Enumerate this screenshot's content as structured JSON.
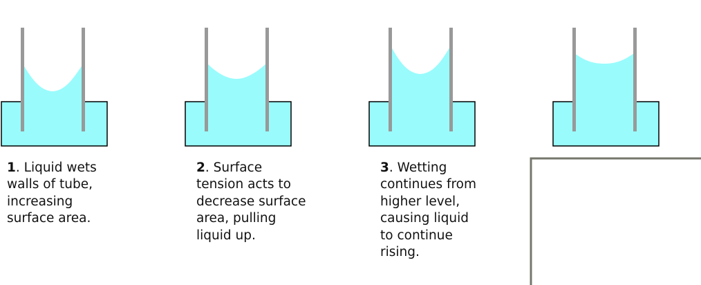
{
  "colors": {
    "liquid": "#99FBFC",
    "tube": "#999999",
    "outline": "#000000",
    "panel_border": "#76766C"
  },
  "steps": [
    {
      "number": "1",
      "text": ". Liquid wets\nwalls of tube,\nincreasing\nsurface area."
    },
    {
      "number": "2",
      "text": ". Surface\ntension acts to\ndecrease surface\narea, pulling\nliquid up."
    },
    {
      "number": "3",
      "text": ". Wetting\ncontinues from\nhigher level,\ncausing liquid\nto continue\nrising."
    }
  ]
}
